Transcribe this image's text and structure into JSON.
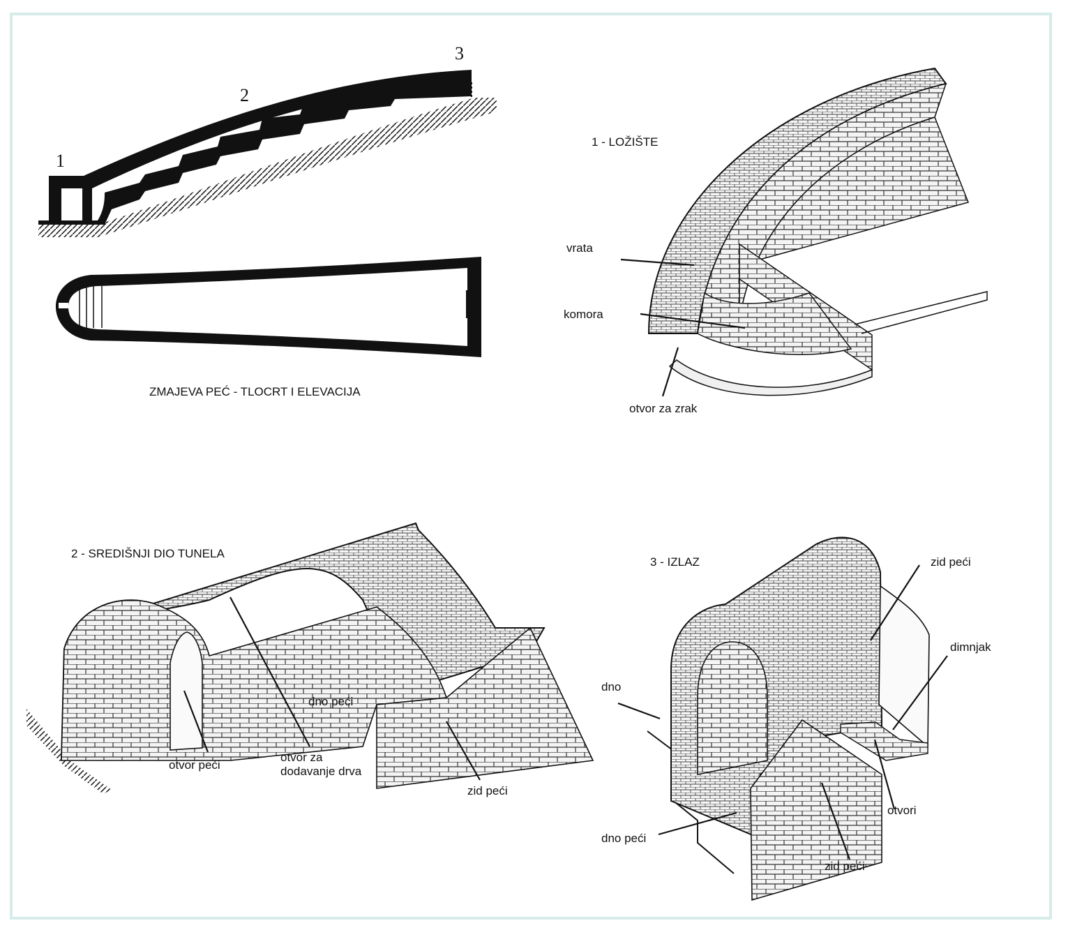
{
  "diagram": {
    "colors": {
      "ink": "#111111",
      "frame": "#d6ece8",
      "brick_fill": "#f4f4f4",
      "hatch": "#222222"
    },
    "elevation_numbers": [
      "1",
      "2",
      "3"
    ],
    "caption_main": "ZMAJEVA PEĆ - TLOCRT I ELEVACIJA",
    "section1": {
      "title": "1 - LOŽIŠTE",
      "labels": {
        "vrata": "vrata",
        "komora": "komora",
        "otvor_za_zrak": "otvor za zrak"
      }
    },
    "section2": {
      "title": "2 - SREDIŠNJI DIO TUNELA",
      "labels": {
        "dno_peci": "dno peći",
        "otvor_peci": "otvor peći",
        "otvor_za_dodavanje_drva": "otvor za dodavanje drva",
        "zid_peci": "zid peći"
      }
    },
    "section3": {
      "title": "3 - IZLAZ",
      "labels": {
        "zid_peci_top": "zid peći",
        "dimnjak": "dimnjak",
        "dno": "dno",
        "otvori": "otvori",
        "dno_peci": "dno peći",
        "zid_peci_bottom": "zid peći"
      }
    }
  }
}
